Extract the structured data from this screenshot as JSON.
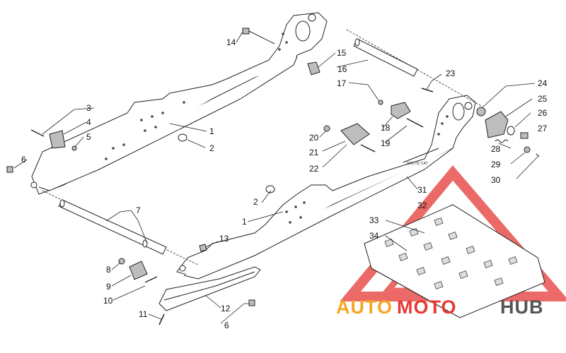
{
  "callouts": [
    {
      "n": "1"
    },
    {
      "n": "1"
    },
    {
      "n": "2"
    },
    {
      "n": "2"
    },
    {
      "n": "3"
    },
    {
      "n": "4"
    },
    {
      "n": "5"
    },
    {
      "n": "6"
    },
    {
      "n": "6"
    },
    {
      "n": "7"
    },
    {
      "n": "8"
    },
    {
      "n": "9"
    },
    {
      "n": "10"
    },
    {
      "n": "11"
    },
    {
      "n": "12"
    },
    {
      "n": "13"
    },
    {
      "n": "14"
    },
    {
      "n": "15"
    },
    {
      "n": "16"
    },
    {
      "n": "17"
    },
    {
      "n": "18"
    },
    {
      "n": "19"
    },
    {
      "n": "20"
    },
    {
      "n": "21"
    },
    {
      "n": "22"
    },
    {
      "n": "23"
    },
    {
      "n": "24"
    },
    {
      "n": "25"
    },
    {
      "n": "26"
    },
    {
      "n": "27"
    },
    {
      "n": "28"
    },
    {
      "n": "29"
    },
    {
      "n": "30"
    },
    {
      "n": "31"
    },
    {
      "n": "32"
    },
    {
      "n": "33"
    },
    {
      "n": "34"
    }
  ],
  "watermark": {
    "text_part1": "AUTO",
    "text_part2": "MOTO",
    "text_part3": "HUB",
    "color_red": "#e53935",
    "color_orange": "#f5a623",
    "color_dark": "#555555"
  }
}
